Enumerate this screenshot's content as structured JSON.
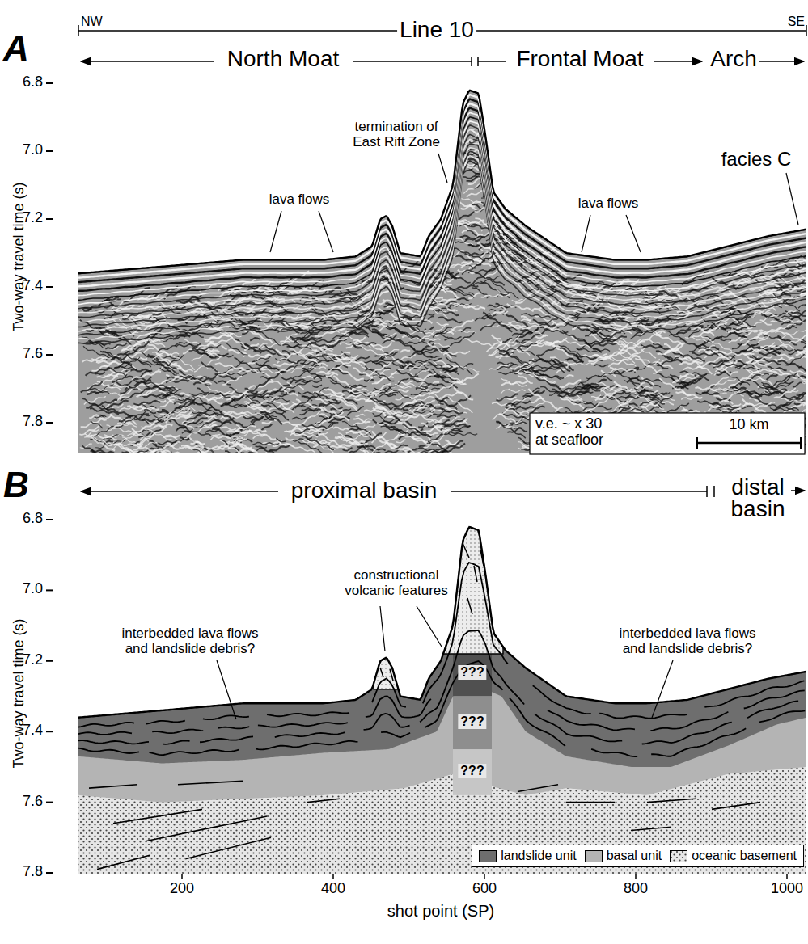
{
  "diagram": {
    "labels": [
      "NW",
      "Line 10",
      "SE",
      "A",
      "North Moat",
      "Frontal Moat",
      "Arch",
      "6.8",
      "7.0",
      "7.2",
      "7.4",
      "7.6",
      "7.8",
      "Two-way travel time (s)",
      "termination of East Rift Zone",
      "lava flows",
      "lava flows",
      "facies C",
      "v.e. ~ x 30 at seafloor",
      "10 km",
      "B",
      "proximal basin",
      "distal basin",
      "6.8",
      "7.0",
      "7.2",
      "7.4",
      "7.6",
      "7.8",
      "Two-way travel time (s)",
      "constructional volcanic features",
      "interbedded lava flows and landslide debris?",
      "interbedded lava flows and landslide debris?",
      "???",
      "???",
      "???",
      "200",
      "400",
      "600",
      "800",
      "1000",
      "shot point (SP)"
    ],
    "legend": [
      {
        "text": "landslide unit",
        "color": "#6e6e6e"
      },
      {
        "text": "basal unit",
        "color": "#b4b4b4"
      },
      {
        "text": "oceanic basement"
      }
    ]
  }
}
